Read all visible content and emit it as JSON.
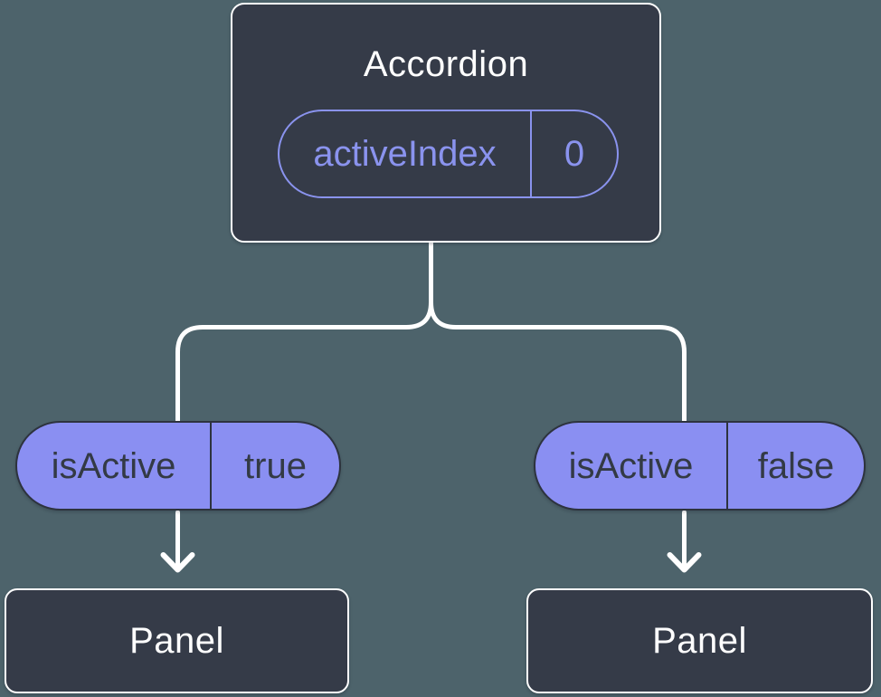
{
  "root_node": {
    "label": "Accordion",
    "state": {
      "name": "activeIndex",
      "value": "0"
    }
  },
  "branches": [
    {
      "prop": {
        "name": "isActive",
        "value": "true"
      },
      "target": {
        "label": "Panel"
      }
    },
    {
      "prop": {
        "name": "isActive",
        "value": "false"
      },
      "target": {
        "label": "Panel"
      }
    }
  ],
  "colors": {
    "background": "#4d636b",
    "node_fill": "#353b48",
    "node_border": "#ffffff",
    "accent_purple": "#8a93ee",
    "pill_fill": "#8a8ff2",
    "pill_border": "#2d333e",
    "pill_text": "#333a45",
    "connector": "#ffffff",
    "title_text": "#ffffff"
  }
}
